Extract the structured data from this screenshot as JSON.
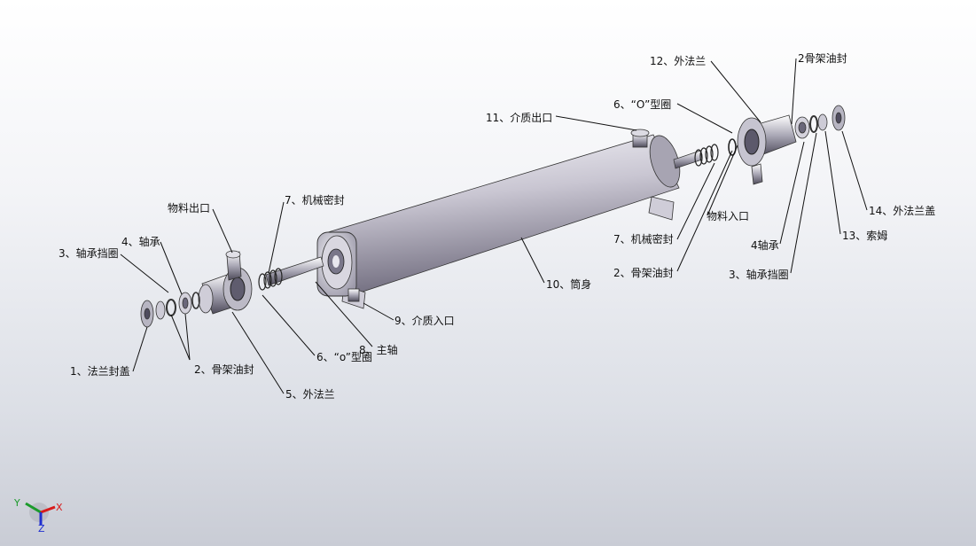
{
  "labels": {
    "l1": "1、法兰封盖",
    "l2_left": "2、骨架油封",
    "l3_left": "3、轴承挡圈",
    "l4_left": "4、轴承",
    "l5_left": "5、外法兰",
    "l6_left": "6、“o”型圈",
    "l7_left": "7、机械密封",
    "material_out": "物料出口",
    "l8": "8、主轴",
    "l9": "9、介质入口",
    "l10": "10、筒身",
    "l11": "11、介质出口",
    "l6_right": "6、“O”型圈",
    "l12": "12、外法兰",
    "l2_right_top": "2骨架油封",
    "material_in": "物料入口",
    "l7_right": "7、机械密封",
    "l2_right": "2、骨架油封",
    "l4_right": "4轴承",
    "l3_right": "3、轴承挡圈",
    "l13": "13、索姆",
    "l14": "14、外法兰盖"
  },
  "triad": {
    "x_axis": "X",
    "y_axis": "Y",
    "z_axis": "Z"
  }
}
